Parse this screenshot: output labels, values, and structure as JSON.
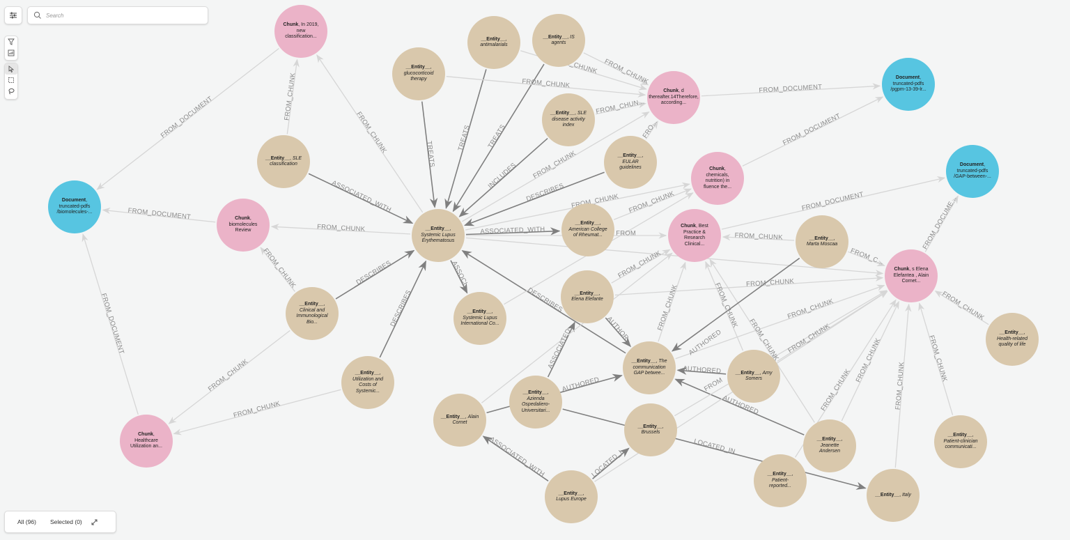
{
  "toolbar": {
    "search_placeholder": "Search",
    "settings_icon": "sliders-icon",
    "tools": [
      "filter-icon",
      "chart-icon",
      "pointer-icon",
      "rectangle-select-icon",
      "lasso-icon"
    ]
  },
  "footer": {
    "all_label": "All (96)",
    "selected_label": "Selected (0)"
  },
  "colors": {
    "Entity": "#d9c8ac",
    "Chunk": "#ebb3c8",
    "Document": "#57c5e1",
    "edge_light": "#d6d6d6",
    "edge_dark": "#7f7f7f"
  },
  "nodes": [
    {
      "id": "doc1",
      "type": "Document",
      "caption": "truncated-pdfs /biomolecules-..."
    },
    {
      "id": "doc2",
      "type": "Document",
      "caption": "truncated-pdfs /pgpm-13-39-lr..."
    },
    {
      "id": "doc3",
      "type": "Document",
      "caption": "truncated-pdfs /GAP-between-..."
    },
    {
      "id": "chunk1",
      "type": "Chunk",
      "caption": "In 2019, new classification..."
    },
    {
      "id": "chunk2",
      "type": "Chunk",
      "caption": "d thereafter.14Therefore, according..."
    },
    {
      "id": "chunk3",
      "type": "Chunk",
      "caption": "chemicals, nutrition) in fluence the..."
    },
    {
      "id": "chunk4",
      "type": "Chunk",
      "caption": "biomolecules Review"
    },
    {
      "id": "chunk5",
      "type": "Chunk",
      "caption": "Best Practice & Research Clinical..."
    },
    {
      "id": "chunk6",
      "type": "Chunk",
      "caption": "s Elena Elefantea , Alain Cornet..."
    },
    {
      "id": "chunk7",
      "type": "Chunk",
      "caption": "Healthcare Utilization an..."
    },
    {
      "id": "e_gluco",
      "type": "Entity",
      "caption": "glucocorticoid therapy"
    },
    {
      "id": "e_antimal",
      "type": "Entity",
      "caption": "antimalarials"
    },
    {
      "id": "e_is",
      "type": "Entity",
      "caption": "IS agents"
    },
    {
      "id": "e_sledai",
      "type": "Entity",
      "caption": "SLE disease activity index"
    },
    {
      "id": "e_slec",
      "type": "Entity",
      "caption": "SLE classification"
    },
    {
      "id": "e_eular",
      "type": "Entity",
      "caption": "EULAR guidelines"
    },
    {
      "id": "e_sle",
      "type": "Entity",
      "caption": "Systemic Lupus Erythematosus"
    },
    {
      "id": "e_acr",
      "type": "Entity",
      "caption": "American College of Rheumat..."
    },
    {
      "id": "e_slicc",
      "type": "Entity",
      "caption": "Systemic Lupus International Co..."
    },
    {
      "id": "e_marta",
      "type": "Entity",
      "caption": "Marta Moscaa"
    },
    {
      "id": "e_clin",
      "type": "Entity",
      "caption": "Clinical and Immunological Bio..."
    },
    {
      "id": "e_elena",
      "type": "Entity",
      "caption": "Elena Elefante"
    },
    {
      "id": "e_util",
      "type": "Entity",
      "caption": "Utilization and Costs of Systemic..."
    },
    {
      "id": "e_gap",
      "type": "Entity",
      "caption": "The communication GAP betwee..."
    },
    {
      "id": "e_amy",
      "type": "Entity",
      "caption": "Amy Somers"
    },
    {
      "id": "e_alain",
      "type": "Entity",
      "caption": "Alain Cornet"
    },
    {
      "id": "e_azienda",
      "type": "Entity",
      "caption": "Azienda Ospedaliero-Universitari..."
    },
    {
      "id": "e_brussels",
      "type": "Entity",
      "caption": "Brussels"
    },
    {
      "id": "e_health",
      "type": "Entity",
      "caption": "Health-related quality of life"
    },
    {
      "id": "e_jeanette",
      "type": "Entity",
      "caption": "Jeanette Andersen"
    },
    {
      "id": "e_patcc",
      "type": "Entity",
      "caption": "Patient-clinician communicati..."
    },
    {
      "id": "e_patrep",
      "type": "Entity",
      "caption": "Patient-reported..."
    },
    {
      "id": "e_italy",
      "type": "Entity",
      "caption": "Italy"
    },
    {
      "id": "e_lupuseu",
      "type": "Entity",
      "caption": "Lupus Europe"
    }
  ],
  "type_labels": {
    "Entity": "__Entity__",
    "Chunk": "Chunk",
    "Document": "Document"
  },
  "edges": [
    [
      "chunk1",
      "doc1",
      "FROM_DOCUMENT"
    ],
    [
      "e_slec",
      "chunk1",
      "FROM_CHUNK"
    ],
    [
      "e_sle",
      "chunk1",
      "FROM_CHUNK"
    ],
    [
      "chunk4",
      "doc1",
      "FROM_DOCUMENT"
    ],
    [
      "e_sle",
      "chunk4",
      "FROM_CHUNK"
    ],
    [
      "e_clin",
      "chunk4",
      "FROM_CHUNK"
    ],
    [
      "chunk7",
      "doc1",
      "FROM_DOCUMENT"
    ],
    [
      "e_clin",
      "chunk7",
      "FROM_CHUNK"
    ],
    [
      "e_util",
      "chunk7",
      "FROM_CHUNK"
    ],
    [
      "e_slec",
      "e_sle",
      "ASSOCIATED_WITH"
    ],
    [
      "e_gluco",
      "e_sle",
      "TREATS"
    ],
    [
      "e_antimal",
      "e_sle",
      "TREATS"
    ],
    [
      "e_is",
      "e_sle",
      "TREATS"
    ],
    [
      "e_sledai",
      "e_sle",
      "INCLUDES"
    ],
    [
      "e_eular",
      "e_sle",
      "DESCRIBES"
    ],
    [
      "e_clin",
      "e_sle",
      "DESCRIBES"
    ],
    [
      "e_util",
      "e_sle",
      "DESCRIBES"
    ],
    [
      "e_gap",
      "e_sle",
      "DESCRIBES"
    ],
    [
      "e_sle",
      "e_acr",
      "ASSOCIATED_WITH"
    ],
    [
      "e_sle",
      "e_slicc",
      "ASSOCI..."
    ],
    [
      "e_gluco",
      "chunk2",
      "FROM_CHUNK"
    ],
    [
      "e_antimal",
      "chunk2",
      "FROM_CHUNK"
    ],
    [
      "e_is",
      "chunk2",
      "FROM_CHUNK"
    ],
    [
      "e_sledai",
      "chunk2",
      "FROM_CHUN..."
    ],
    [
      "e_eular",
      "chunk2",
      "FRO..."
    ],
    [
      "e_sle",
      "chunk2",
      "FROM_CHUNK"
    ],
    [
      "chunk2",
      "doc2",
      "FROM_DOCUMENT"
    ],
    [
      "chunk3",
      "doc2",
      "FROM_DOCUMENT"
    ],
    [
      "e_sle",
      "chunk3",
      "FROM_CHUNK"
    ],
    [
      "e_acr",
      "chunk3",
      "FROM_CHUNK"
    ],
    [
      "e_slicc",
      "chunk3",
      ""
    ],
    [
      "chunk5",
      "doc3",
      "FROM_DOCUMENT"
    ],
    [
      "chunk6",
      "doc3",
      "FROM_DOCUME..."
    ],
    [
      "e_sle",
      "chunk5",
      "FROM"
    ],
    [
      "e_elena",
      "chunk5",
      "FROM_CHUNK"
    ],
    [
      "e_gap",
      "chunk5",
      "FROM_CHUNK"
    ],
    [
      "e_marta",
      "chunk5",
      "FROM_CHUNK"
    ],
    [
      "e_amy",
      "chunk5",
      "FROM_CHUNK"
    ],
    [
      "e_jeanette",
      "chunk5",
      "FROM_CHUNK"
    ],
    [
      "e_marta",
      "chunk6",
      "FROM_C..."
    ],
    [
      "e_sle",
      "chunk6",
      ""
    ],
    [
      "e_elena",
      "chunk6",
      "FROM_CHUNK"
    ],
    [
      "e_gap",
      "chunk6",
      "FROM_CHUNK"
    ],
    [
      "e_amy",
      "chunk6",
      "FROM_CHUNK"
    ],
    [
      "e_jeanette",
      "chunk6",
      "FROM_CHUNK"
    ],
    [
      "e_patrep",
      "chunk6",
      "FROM_CHUNK"
    ],
    [
      "e_italy",
      "chunk6",
      "FROM_CHUNK"
    ],
    [
      "e_patcc",
      "chunk6",
      "FROM_CHUNK"
    ],
    [
      "e_health",
      "chunk6",
      "FROM_CHUNK"
    ],
    [
      "e_elena",
      "e_gap",
      "AUTHOR..."
    ],
    [
      "e_marta",
      "e_gap",
      "AUTHORED"
    ],
    [
      "e_amy",
      "e_gap",
      "AUTHORED"
    ],
    [
      "e_jeanette",
      "e_gap",
      "AUTHORED"
    ],
    [
      "e_alain",
      "e_gap",
      "AUTHORED"
    ],
    [
      "e_azienda",
      "e_elena",
      "ASSOCIATED"
    ],
    [
      "e_lupuseu",
      "e_alain",
      "ASSOCIATED_WITH"
    ],
    [
      "e_lupuseu",
      "e_brussels",
      "LOCATED_I..."
    ],
    [
      "e_azienda",
      "e_italy",
      "LOCATED_IN"
    ],
    [
      "e_alain",
      "chunk5",
      ""
    ],
    [
      "e_brussels",
      "chunk6",
      "FROM"
    ],
    [
      "e_lupuseu",
      "chunk6",
      ""
    ]
  ]
}
